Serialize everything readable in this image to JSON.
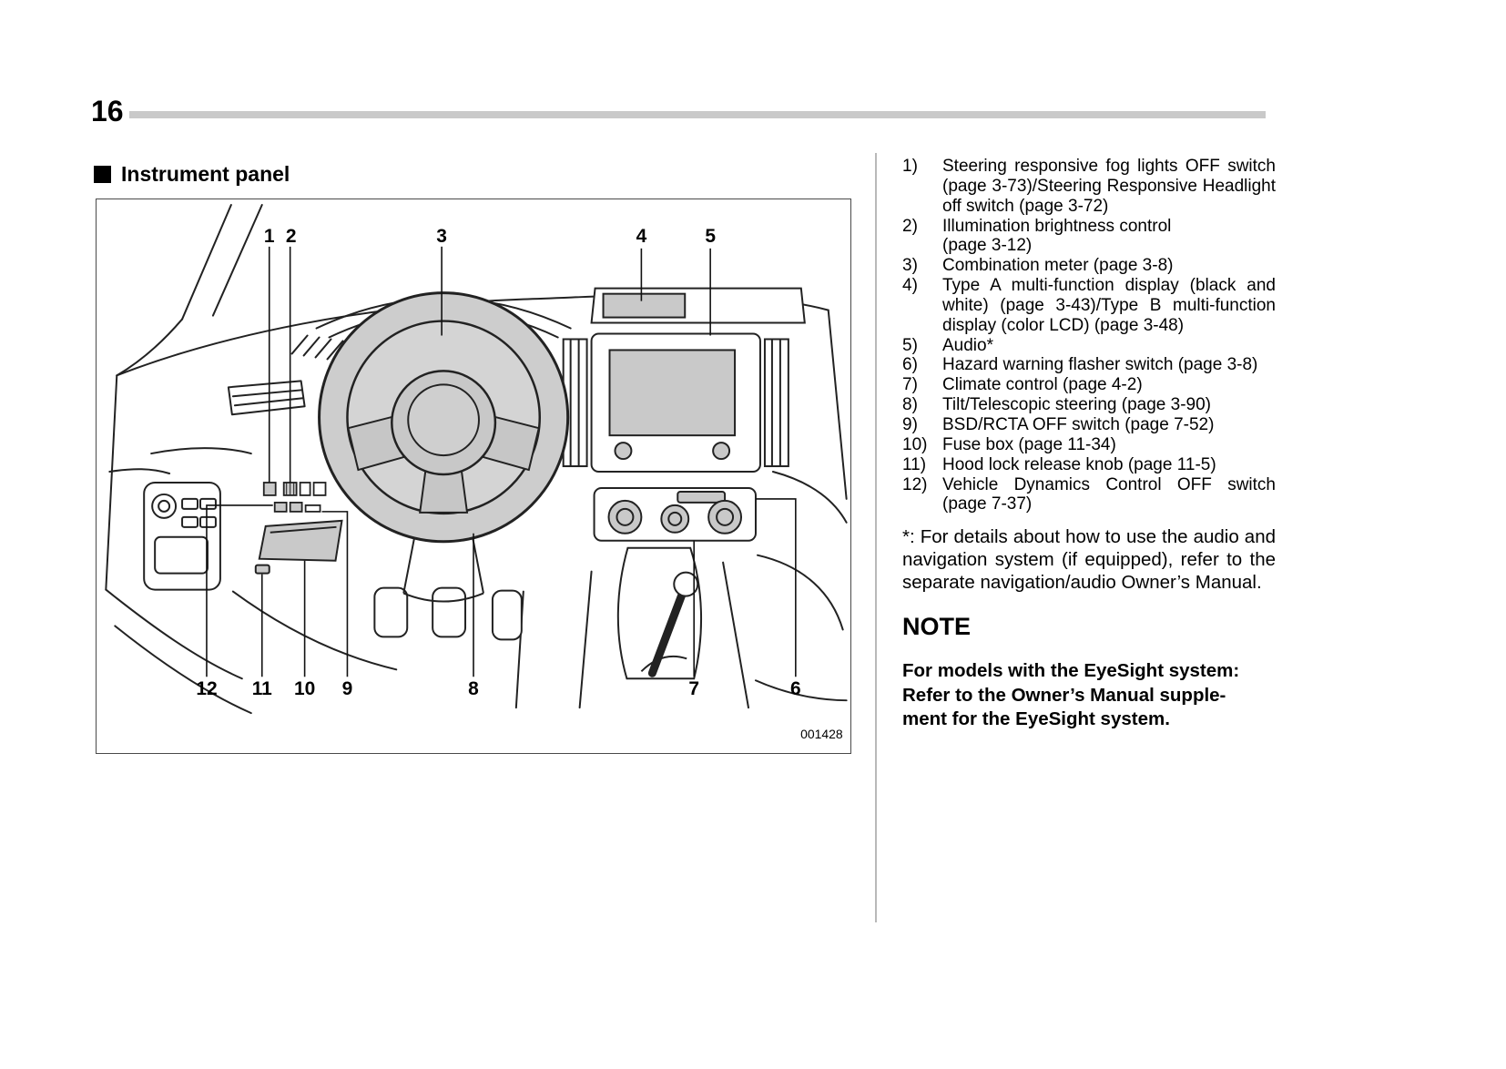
{
  "page": {
    "number": "16"
  },
  "section": {
    "heading": "Instrument panel"
  },
  "figure": {
    "code": "001428",
    "callouts_top": [
      "1",
      "2",
      "3",
      "4",
      "5"
    ],
    "callouts_bottom": [
      "12",
      "11",
      "10",
      "9",
      "8",
      "7",
      "6"
    ]
  },
  "legend": {
    "items": [
      {
        "num": "1)",
        "text": "Steering responsive fog lights OFF switch (page 3-73)/Steering Responsive Headlight off switch (page 3-72)"
      },
      {
        "num": "2)",
        "text": "Illumination brightness control\n(page 3-12)"
      },
      {
        "num": "3)",
        "text": "Combination meter (page 3-8)"
      },
      {
        "num": "4)",
        "text": "Type A multi-function display (black and white) (page 3-43)/Type B multi-function display (color LCD) (page 3-48)"
      },
      {
        "num": "5)",
        "text": "Audio*"
      },
      {
        "num": "6)",
        "text": "Hazard warning flasher switch (page 3-8)"
      },
      {
        "num": "7)",
        "text": "Climate control (page 4-2)"
      },
      {
        "num": "8)",
        "text": "Tilt/Telescopic steering (page 3-90)"
      },
      {
        "num": "9)",
        "text": "BSD/RCTA OFF switch (page 7-52)"
      },
      {
        "num": "10)",
        "text": "Fuse box (page 11-34)"
      },
      {
        "num": "11)",
        "text": "Hood lock release knob (page 11-5)"
      },
      {
        "num": "12)",
        "text": "Vehicle Dynamics Control OFF switch (page 7-37)"
      }
    ]
  },
  "footnote": "*: For details about how to use the audio and navigation system (if equipped), refer to the separate navigation/audio Owner’s Manual.",
  "note": {
    "title": "NOTE",
    "body": "For models with the EyeSight system:\nRefer to the Owner’s Manual supple-\nment for the EyeSight system."
  }
}
